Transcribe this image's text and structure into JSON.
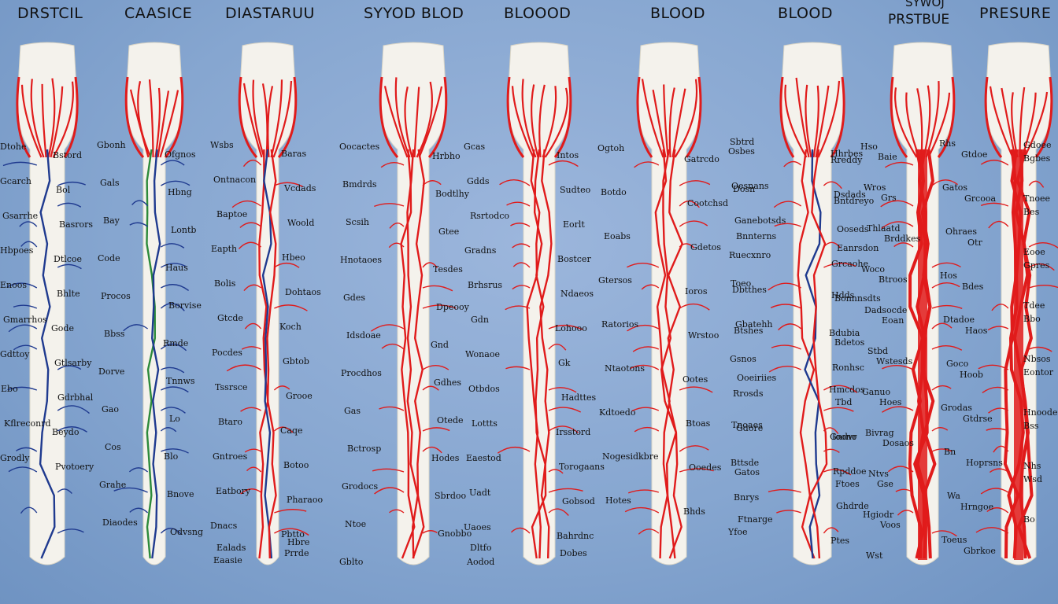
{
  "titles": [
    "DRSTCIL",
    "CAASICE",
    "DIASTARUU",
    "SYYOD BLOD",
    "BLOOOD",
    "BLOOD",
    "BLOOD",
    "PRSTBUE",
    "PRESURE"
  ],
  "subtitles": {
    "column8_top": "SYWOJ"
  },
  "colors": {
    "background": "#86a6d0",
    "vessel_body": "#f4f2ec",
    "artery": "#e01b1b",
    "vein": "#1f3a8f",
    "green_vessel": "#2c8a3a"
  },
  "labels": {
    "c0": [
      "Dtohe",
      "Bstord",
      "Gcarch",
      "Bol",
      "Gsarrhe",
      "Basrors",
      "Hbpoes",
      "Dtlcoe",
      "Enoos",
      "Bhlte",
      "Gmarrhos",
      "Gode",
      "Gdttoy",
      "Gtlsarby",
      "Ebo",
      "Gdrbhal",
      "Kflreconrd",
      "Beydo",
      "Grodly",
      "Pvotoery"
    ],
    "c1": [
      "Gbonh",
      "Ofgnos",
      "Gals",
      "Hbng",
      "Bay",
      "Lontb",
      "Code",
      "Haus",
      "Procos",
      "Borvise",
      "Bbss",
      "Rmde",
      "Dorve",
      "Tnnws",
      "Gao",
      "Lo",
      "Cos",
      "Blo",
      "Grahe",
      "Bnove",
      "Diaodes",
      "Odvsng"
    ],
    "c2": [
      "Wsbs",
      "Baras",
      "Ontnacon",
      "Vcdads",
      "Baptoe",
      "Woold",
      "Eapth",
      "Hbeo",
      "Bolis",
      "Dohtaos",
      "Gtcde",
      "Koch",
      "Pocdes",
      "Gbtob",
      "Tssrsce",
      "Grooe",
      "Btaro",
      "Caqe",
      "Gntroes",
      "Botoo",
      "Eatbory",
      "Pharaoo",
      "Dnacs",
      "Pbtto",
      "Eaasie",
      "Prrde",
      "Ealads",
      "Hbre"
    ],
    "c3": [
      "Oocactes",
      "Hrbho",
      "Bmdrds",
      "Bodtlhy",
      "Scsih",
      "Gtee",
      "Hnotaoes",
      "Tesdes",
      "Gdes",
      "Dpeooy",
      "Idsdoae",
      "Gnd",
      "Procdhos",
      "Gdhes",
      "Gas",
      "Otede",
      "Bctrosp",
      "Hodes",
      "Grodocs",
      "Sbrdoo",
      "Ntoe",
      "Gnobbo",
      "Gblto"
    ],
    "c4": [
      "Gcas",
      "Intos",
      "Gdds",
      "Sudteo",
      "Rsrtodco",
      "Eorlt",
      "Gradns",
      "Bostcer",
      "Brhsrus",
      "Ndaeos",
      "Gdn",
      "Lohooo",
      "Wonaoe",
      "Gk",
      "Otbdos",
      "Hadttes",
      "Lottts",
      "Irsstord",
      "Eaestod",
      "Torogaans",
      "Uadt",
      "Gobsod",
      "Uaoes",
      "Bahrdnc",
      "Aodod",
      "Dobes",
      "Dltfo"
    ],
    "c5": [
      "Ogtoh",
      "Gatrcdo",
      "Botdo",
      "Cootchsd",
      "Eoabs",
      "Gdetos",
      "Gtersos",
      "Ioros",
      "Ratorios",
      "Wrstoo",
      "Ntaotons",
      "Ootes",
      "Kdtoedo",
      "Btoas",
      "Nogesidkbre",
      "Ooedes",
      "Hotes",
      "Bhds"
    ],
    "c6": [
      "Sbtrd",
      "Hhrbes",
      "Dosn",
      "Bntdreyo",
      "Bnnterns",
      "Eanrsdon",
      "Toeo",
      "Hdds",
      "Btshes",
      "Bdetos",
      "Ooeiriies",
      "Hmcdos",
      "Tnoaes",
      "Ioono",
      "Gatos",
      "Ftoes",
      "Ftnarge"
    ],
    "c7": [
      "Osbes",
      "Rreddy",
      "Oesnans",
      "Dsdads",
      "Ganebotsds",
      "Ooseds",
      "Ruecxnro",
      "Grcaohe",
      "Dbtthes",
      "Bonnnsdts",
      "Gbatehh",
      "Bdubia",
      "Gsnos",
      "Ronhsc",
      "Rrosds",
      "Tbd",
      "Gdore",
      "Gndvr",
      "Bttsde",
      "Rpddoe",
      "Bnrys",
      "Ghdrde",
      "Yfoe",
      "Ptes"
    ],
    "c8": [
      "Hso",
      "Baie",
      "Wros",
      "Grs",
      "Thlaatd",
      "Brddkes",
      "Woco",
      "Btroos",
      "Dadsocde",
      "Eoan",
      "Stbd",
      "Wstesds",
      "Ganuo",
      "Hoes",
      "Bivrag",
      "Dosaos",
      "Ntvs",
      "Gse",
      "Hgiodr",
      "Voos",
      "Wst"
    ],
    "c9": [
      "Rhs",
      "Gtdoe",
      "Gatos",
      "Grcooa",
      "Ohraes",
      "Otr",
      "Hos",
      "Bdes",
      "Dtadoe",
      "Haos",
      "Goco",
      "Hoob",
      "Grodas",
      "Gtdrse",
      "Bn",
      "Hoprsns",
      "Wa",
      "Hrngoe",
      "Toeus",
      "Gbrkoe"
    ],
    "c10": [
      "Gdoee",
      "Bgbes",
      "Tnoee",
      "Bes",
      "Eooe",
      "Gpres",
      "Tdee",
      "Bbo",
      "Nbsos",
      "Eontor",
      "Hnoode",
      "Bss",
      "Nhs",
      "Wsd",
      "Bo"
    ]
  }
}
